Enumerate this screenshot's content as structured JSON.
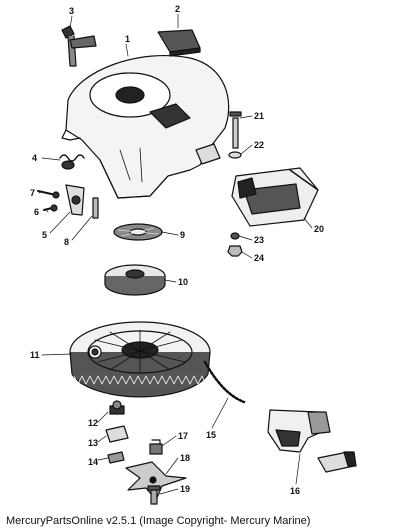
{
  "diagram": {
    "callouts": [
      "1",
      "2",
      "3",
      "4",
      "5",
      "6",
      "7",
      "8",
      "9",
      "10",
      "11",
      "12",
      "13",
      "14",
      "15",
      "16",
      "17",
      "18",
      "19",
      "20",
      "21",
      "22",
      "23",
      "24"
    ]
  },
  "footer": {
    "text": "MercuryPartsOnline v2.5.1 (Image Copyright- Mercury Marine)"
  }
}
